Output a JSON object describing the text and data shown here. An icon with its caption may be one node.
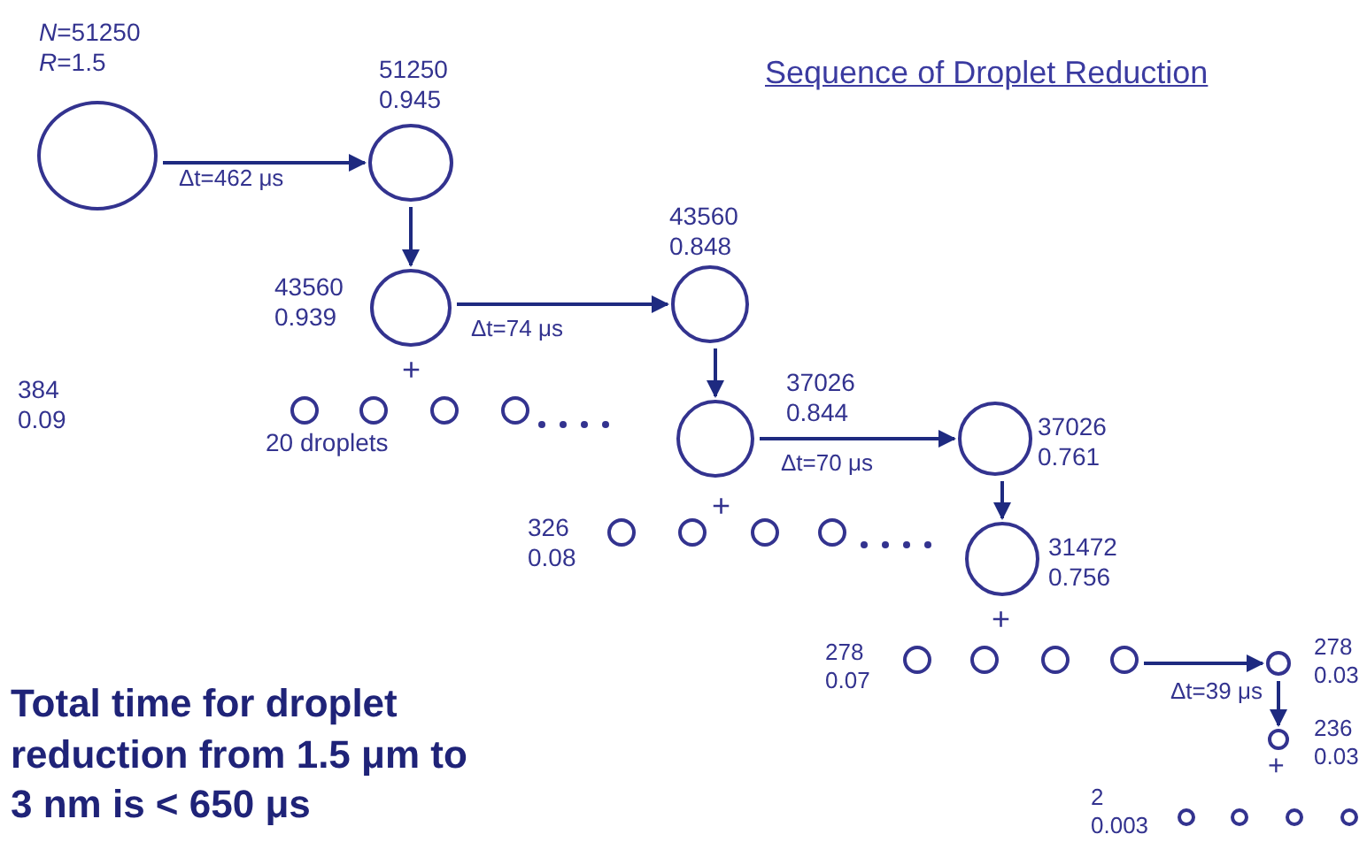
{
  "diagram": {
    "title": "Sequence of Droplet Reduction",
    "nodes": [
      {
        "text": [],
        "shape": "circle",
        "beside": [
          "*N*=51250",
          "*R*=1.5"
        ]
      },
      {
        "text": [],
        "shape": "circle",
        "beside": [
          "51250",
          "0.945"
        ]
      },
      {
        "text": [],
        "shape": "circle",
        "beside": [
          "43560",
          "0.939"
        ]
      },
      {
        "text": [],
        "shape": "circle",
        "beside": [
          "43560",
          "0.848"
        ]
      },
      {
        "text": [],
        "shape": "circle",
        "beside": [
          "384",
          "0.09"
        ]
      },
      {
        "text": [],
        "shape": "circle"
      },
      {
        "text": [],
        "shape": "circle"
      },
      {
        "text": [],
        "shape": "circle"
      },
      {
        "text": [],
        "shape": "circle",
        "beside": [
          "37026",
          "0.844"
        ]
      },
      {
        "text": [],
        "shape": "circle",
        "beside": [
          "37026",
          "0.761"
        ]
      },
      {
        "text": [],
        "shape": "circle",
        "beside": [
          "326",
          "0.08"
        ]
      },
      {
        "text": [],
        "shape": "circle"
      },
      {
        "text": [],
        "shape": "circle"
      },
      {
        "text": [],
        "shape": "circle"
      },
      {
        "text": [],
        "shape": "circle",
        "beside": [
          "31472",
          "0.756"
        ]
      },
      {
        "text": [],
        "shape": "circle",
        "beside": [
          "278",
          "0.07"
        ]
      },
      {
        "text": [],
        "shape": "circle"
      },
      {
        "text": [],
        "shape": "circle"
      },
      {
        "text": [],
        "shape": "circle"
      },
      {
        "text": [],
        "shape": "circle",
        "beside": [
          "278",
          "0.03"
        ]
      },
      {
        "text": [],
        "shape": "circle",
        "beside": [
          "236",
          "0.03"
        ]
      },
      {
        "text": [],
        "shape": "circle",
        "beside": [
          "2",
          "0.003"
        ]
      },
      {
        "text": [],
        "shape": "circle"
      },
      {
        "text": [],
        "shape": "circle"
      },
      {
        "text": [],
        "shape": "circle"
      }
    ],
    "edges": [
      {
        "from": 0,
        "to": 1,
        "arrow": "to",
        "label": "Δt=462 μs"
      },
      {
        "from": 1,
        "to": 2,
        "arrow": "to"
      },
      {
        "from": 2,
        "to": 3,
        "arrow": "to",
        "label": "Δt=74 μs"
      },
      {
        "from": 3,
        "to": 8,
        "arrow": "to"
      },
      {
        "from": 8,
        "to": 9,
        "arrow": "to",
        "label": "Δt=70 μs"
      },
      {
        "from": 9,
        "to": 14,
        "arrow": "to"
      },
      {
        "from": 18,
        "to": 19,
        "arrow": "to"
      },
      {
        "from": 19,
        "to": 20,
        "arrow": "to",
        "label": "Δt=39 μs"
      }
    ],
    "labels": [
      "+",
      "20 droplets",
      "+",
      "+",
      "+",
      "Total time for droplet reduction from 1.5 μm to 3 nm is < 650 μs"
    ]
  }
}
